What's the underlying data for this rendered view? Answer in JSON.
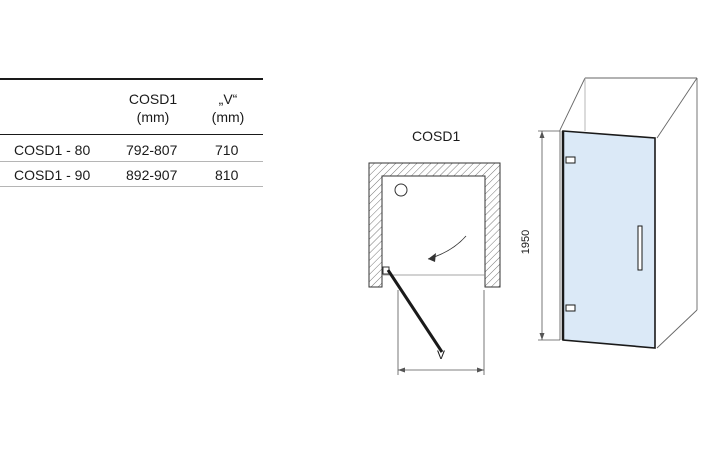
{
  "table": {
    "headers": {
      "width_label": "COSD1",
      "width_unit": "(mm)",
      "v_label": "„V“",
      "v_unit": "(mm)"
    },
    "rows": [
      {
        "model": "COSD1 - 80",
        "width": "792-807",
        "v": "710"
      },
      {
        "model": "COSD1 - 90",
        "width": "892-907",
        "v": "810"
      }
    ]
  },
  "plan": {
    "title": "COSD1",
    "v_label": "V"
  },
  "perspective": {
    "height_label": "1950"
  },
  "colors": {
    "glass": "#dbe9f7",
    "frame": "#1a1a1a",
    "hatch": "#777777"
  }
}
